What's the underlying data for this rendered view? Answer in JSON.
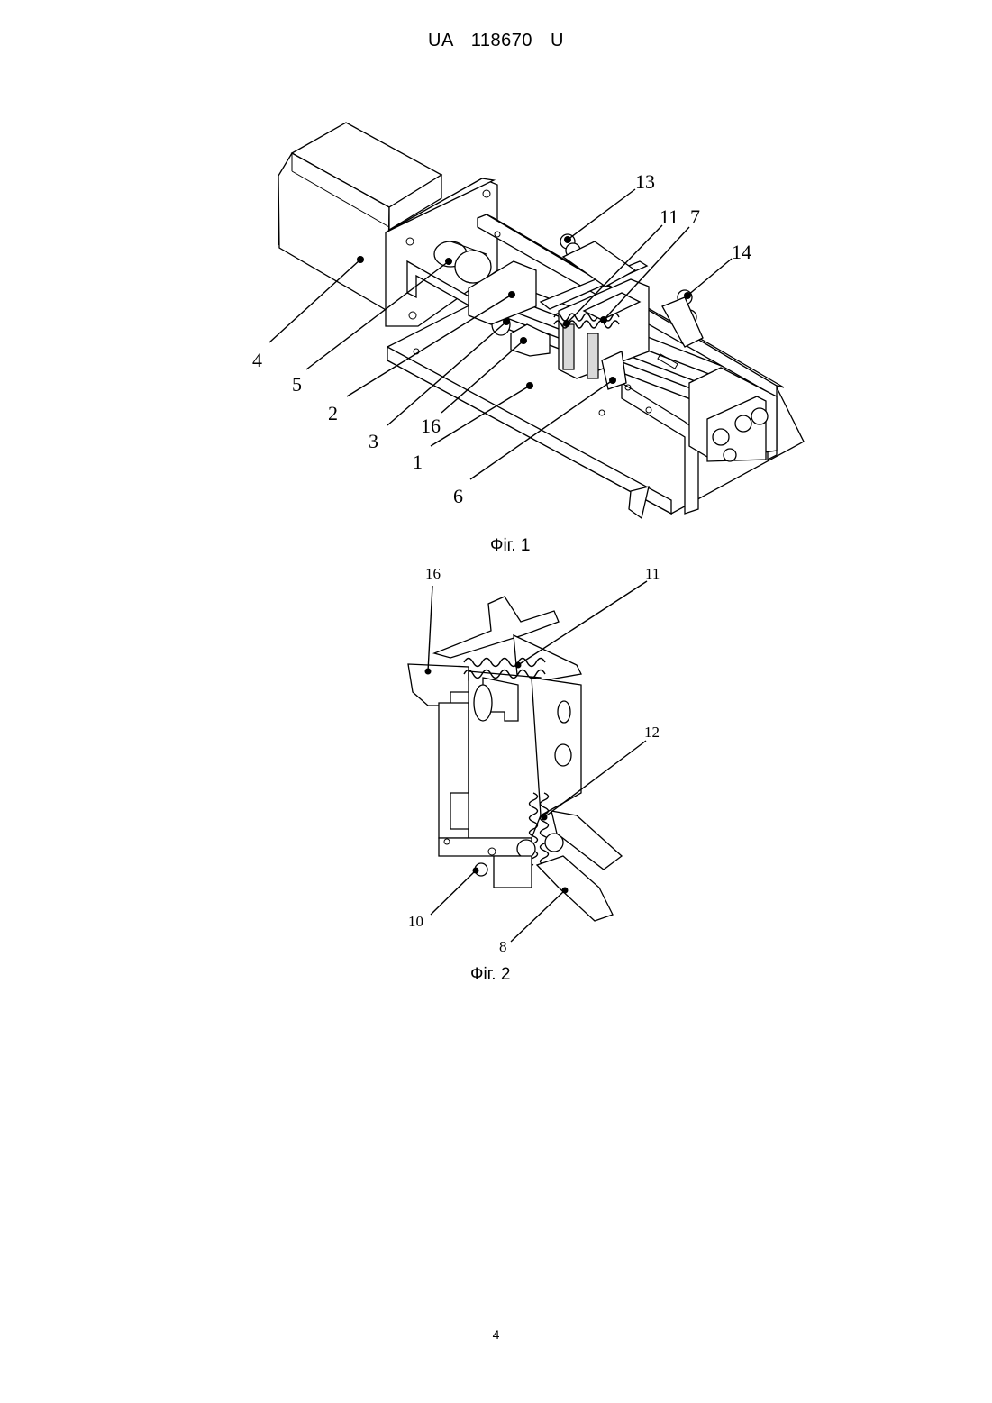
{
  "header": {
    "patent_number": "UA   118670   U"
  },
  "figure1": {
    "caption": "Фіг. 1",
    "callouts": [
      "4",
      "5",
      "2",
      "3",
      "16",
      "1",
      "6",
      "13",
      "11",
      "7",
      "14"
    ]
  },
  "figure2": {
    "caption": "Фіг. 2",
    "callouts": [
      "16",
      "11",
      "12",
      "10",
      "8"
    ]
  },
  "page_number": "4"
}
